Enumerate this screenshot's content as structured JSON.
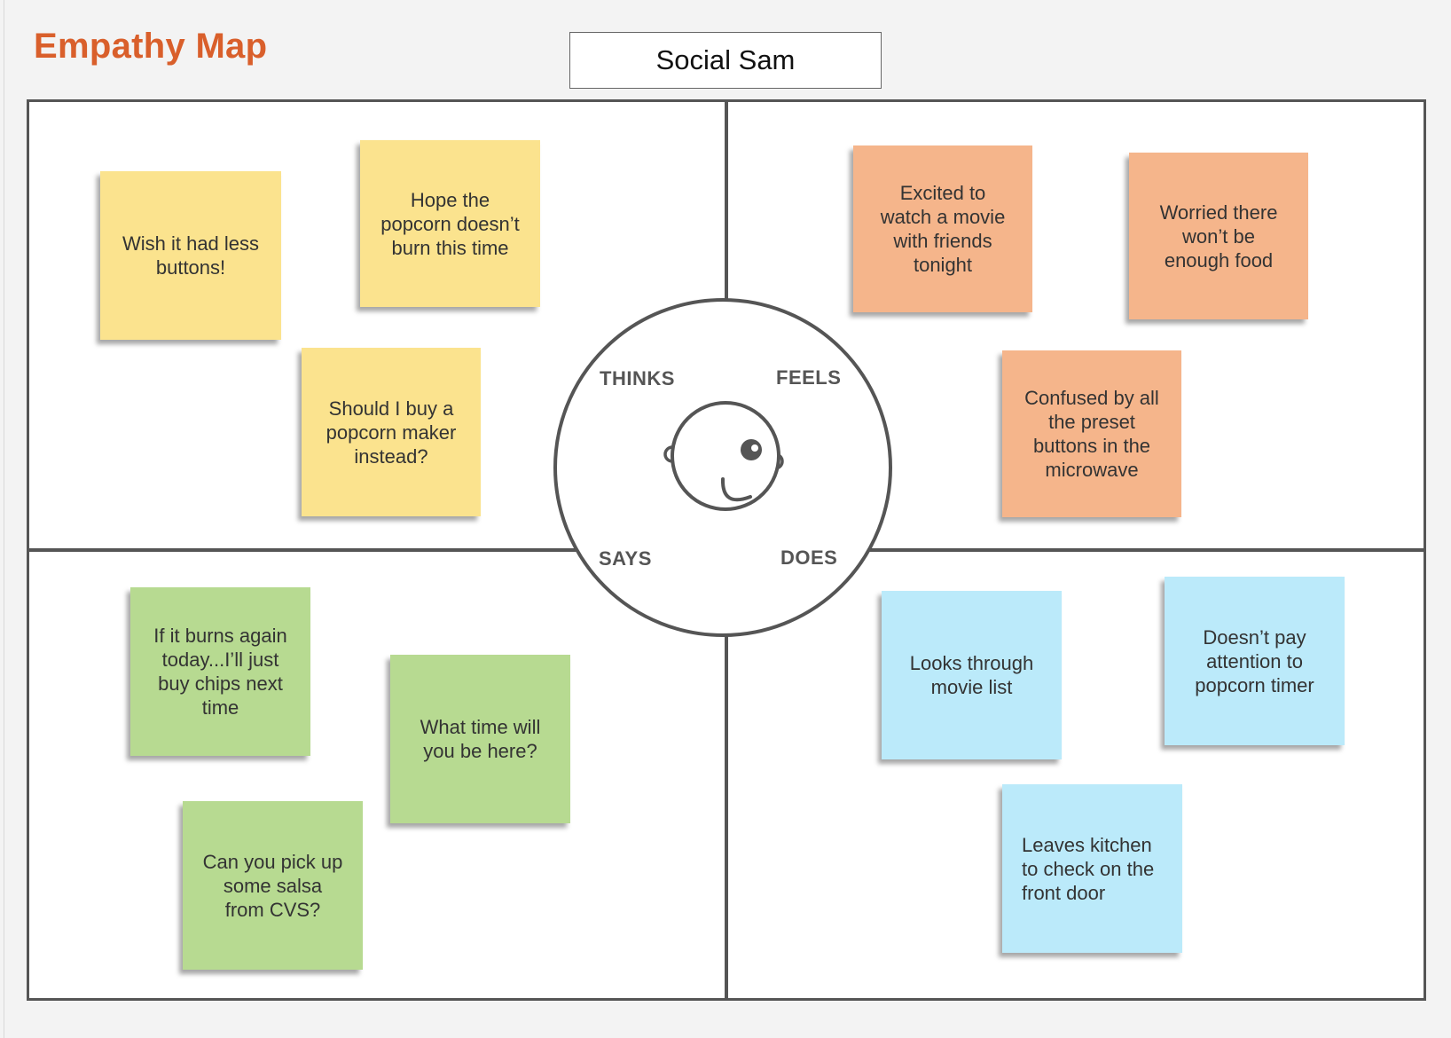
{
  "title": "Empathy Map",
  "persona": "Social Sam",
  "quadrants": {
    "thinks": "THINKS",
    "feels": "FEELS",
    "says": "SAYS",
    "does": "DOES"
  },
  "center_icon": "face-icon",
  "colors": {
    "title": "#d95f2b",
    "thinks_notes": "#fbe38e",
    "feels_notes": "#f5b58b",
    "says_notes": "#b7da91",
    "does_notes": "#bbeafa"
  },
  "notes": {
    "thinks": [
      "Wish it had less buttons!",
      "Hope the popcorn doesn’t burn this time",
      "Should I buy a popcorn maker instead?"
    ],
    "feels": [
      "Excited to watch a movie with friends tonight",
      "Worried there won’t be enough food",
      "Confused by all the preset buttons in the microwave"
    ],
    "says": [
      "If it burns again today...I’ll just buy chips next time",
      "What time will you be here?",
      "Can you pick up some salsa from CVS?"
    ],
    "does": [
      "Looks through movie list",
      "Doesn’t pay attention to popcorn timer",
      "Leaves kitchen to check on the front door"
    ]
  }
}
